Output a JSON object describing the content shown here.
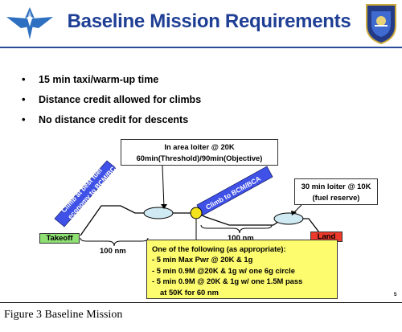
{
  "header": {
    "title": "Baseline Mission Requirements"
  },
  "bullets": [
    "15 min taxi/warm-up time",
    "Distance credit allowed for climbs",
    "No distance credit for descents"
  ],
  "diagram": {
    "climb1_label_line1": "Climb at best fuel",
    "climb1_label_line2": "economy to BCM/BCA",
    "climb2_label": "Climb to BCM/BCA",
    "area_loiter_line1": "In area loiter @ 20K",
    "area_loiter_line2": "60min(Threshold)/90min(Objective)",
    "reserve_line1": "30 min loiter @ 10K",
    "reserve_line2": "(fuel reserve)",
    "takeoff": "Takeoff",
    "land": "Land",
    "leg1_distance": "100 nm",
    "leg2_distance": "100 nm",
    "options": [
      "One of the following (as appropriate):",
      "- 5 min Max Pwr @ 20K & 1g",
      "- 5 min 0.9M @20K & 1g w/ one 6g circle",
      "- 5 min 0.9M @ 20K & 1g w/ one 1.5M pass",
      "  at 50K for 60 nm"
    ],
    "colors": {
      "takeoff": "#8ee073",
      "land": "#ee3a2a",
      "options_box": "#fdfb6e",
      "climb_label": "#3f51e6",
      "loiter_ellipse": "#cfeaf3",
      "combat_point": "#f4e21c"
    }
  },
  "page_number": "5",
  "caption": "Figure 3 Baseline Mission"
}
